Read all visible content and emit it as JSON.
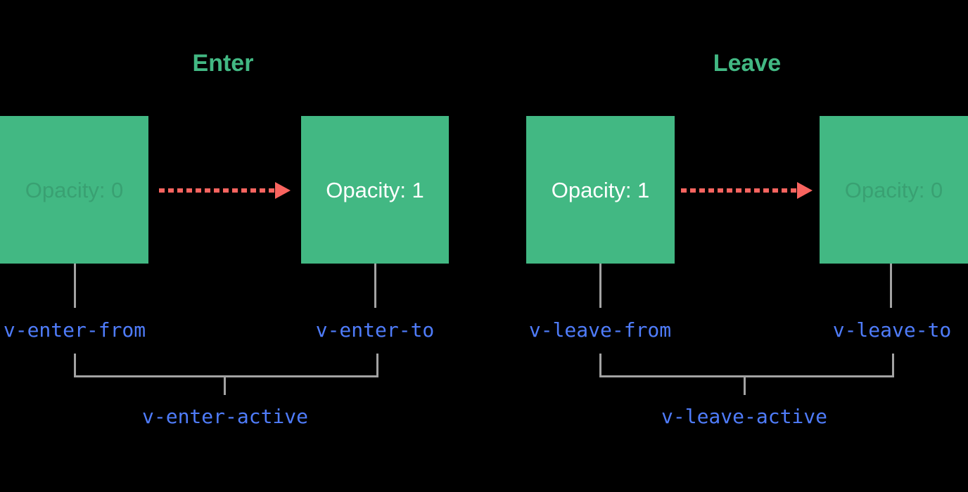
{
  "diagram_title": "Vue transition classes diagram",
  "colors": {
    "background": "#000000",
    "box_green": "#42b883",
    "title_green": "#42b883",
    "code_blue": "#4f7cfa",
    "arrow_salmon": "#f9645f",
    "line_gray": "#a3a3a3",
    "box_text_white": "#ffffff"
  },
  "sections": [
    {
      "title": "Enter",
      "boxes": [
        {
          "label": "Opacity: 0",
          "opacity_state": "faded"
        },
        {
          "label": "Opacity: 1",
          "opacity_state": "full"
        }
      ],
      "from_label": "v-enter-from",
      "to_label": "v-enter-to",
      "active_label": "v-enter-active"
    },
    {
      "title": "Leave",
      "boxes": [
        {
          "label": "Opacity: 1",
          "opacity_state": "full"
        },
        {
          "label": "Opacity: 0",
          "opacity_state": "faded"
        }
      ],
      "from_label": "v-leave-from",
      "to_label": "v-leave-to",
      "active_label": "v-leave-active"
    }
  ]
}
